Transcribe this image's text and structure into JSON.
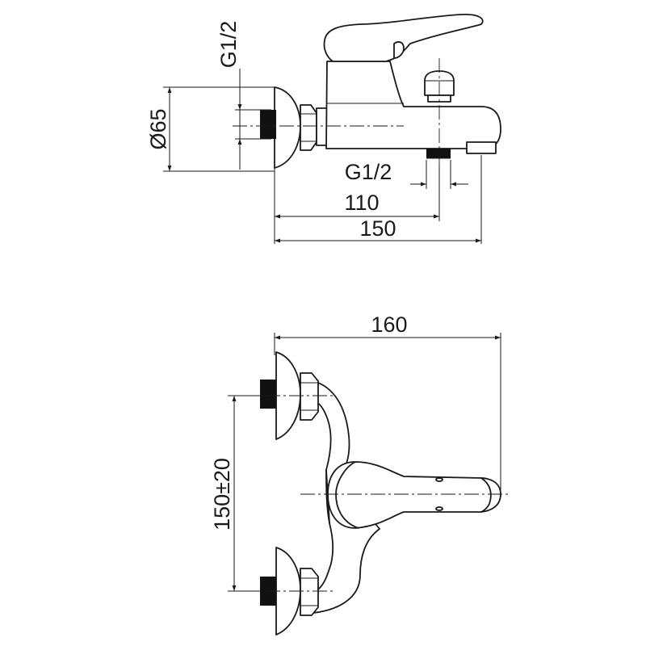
{
  "top_view": {
    "thread_vertical": "G1/2",
    "diameter": "Ø65",
    "thread_horizontal": "G1/2",
    "dim_110": "110",
    "dim_150": "150"
  },
  "front_view": {
    "dim_160": "160",
    "dim_spacing": "150±20"
  }
}
